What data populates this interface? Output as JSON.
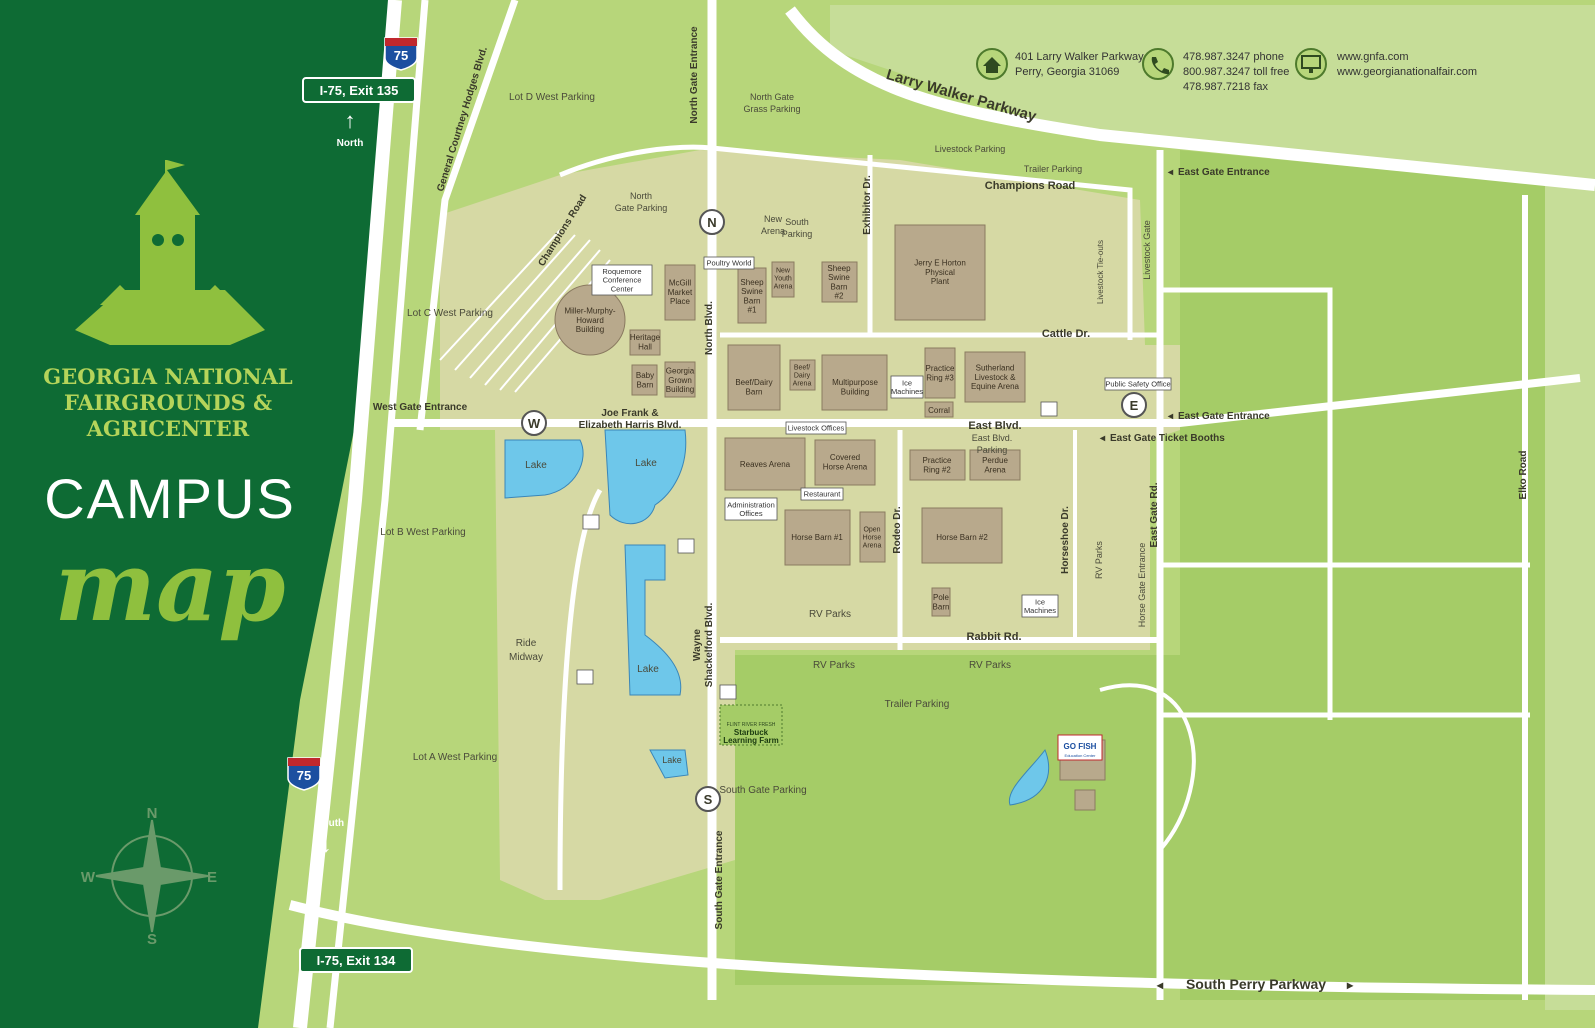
{
  "colors": {
    "sidebar_green": "#0e6b34",
    "grass_light": "#b7d67a",
    "grass_mid": "#a5cc67",
    "campus_tan": "#d6d9a4",
    "building_tan": "#b8a98c",
    "lake_blue": "#6ec7ea",
    "road_white": "#ffffff",
    "brand_lime": "#b5d45a"
  },
  "sidebar": {
    "org_line1": "GEORGIA NATIONAL",
    "org_line2": "FAIRGROUNDS &",
    "org_line3": "AGRICENTER",
    "title": "CAMPUS",
    "subtitle": "map",
    "logo_icon": "clock-tower-icon",
    "compass": {
      "icon": "compass-rose-icon",
      "n": "N",
      "s": "S",
      "e": "E",
      "w": "W"
    }
  },
  "highway": {
    "shield": "75",
    "exit_north": "I-75, Exit 135",
    "exit_south": "I-75, Exit 134",
    "north": "North",
    "south": "South"
  },
  "contact": {
    "address_icon": "house-icon",
    "address_line1": "401 Larry Walker Parkway",
    "address_line2": "Perry, Georgia 31069",
    "phone_icon": "phone-icon",
    "phone_line1": "478.987.3247 phone",
    "phone_line2": "800.987.3247 toll free",
    "phone_line3": "478.987.7218 fax",
    "web_icon": "monitor-icon",
    "web_line1": "www.gnfa.com",
    "web_line2": "www.georgianationalfair.com"
  },
  "roads": {
    "larry_walker": "Larry Walker Parkway",
    "champions": "Champions Road",
    "champions_rd": "Champions Road",
    "gen_courtney": "General Courtney Hodges Blvd.",
    "north_blvd": "North Blvd.",
    "exhibitor": "Exhibitor Dr.",
    "cattle": "Cattle Dr.",
    "joe_frank_1": "Joe Frank &",
    "joe_frank_2": "Elizabeth Harris Blvd.",
    "east_blvd": "East Blvd.",
    "rodeo": "Rodeo Dr.",
    "horseshoe": "Horseshoe Dr.",
    "east_gate_rd": "East Gate Rd.",
    "rabbit": "Rabbit Rd.",
    "wayne_1": "Wayne",
    "wayne_2": "Shackelford Blvd.",
    "south_perry": "South Perry Parkway",
    "elko": "Elko Road",
    "livestock_gate": "Livestock Gate",
    "horse_gate": "Horse Gate Entrance"
  },
  "entrances": {
    "north_gate": "North Gate Entrance",
    "west_gate": "West Gate Entrance",
    "south_gate": "South Gate Entrance",
    "east_gate_top": "East Gate Entrance",
    "east_gate_mid": "East Gate Entrance",
    "east_ticket": "East Gate Ticket Booths",
    "marker_n": "N",
    "marker_w": "W",
    "marker_e": "E",
    "marker_s": "S"
  },
  "parking": {
    "lot_d": "Lot D West Parking",
    "lot_c": "Lot C West Parking",
    "lot_b": "Lot B West Parking",
    "lot_a": "Lot A West Parking",
    "north_grass_1": "North Gate",
    "north_grass_2": "Grass Parking",
    "north_gate_p1": "North",
    "north_gate_p2": "Gate Parking",
    "livestock": "Livestock Parking",
    "trailer_top": "Trailer Parking",
    "trailer_bottom": "Trailer Parking",
    "east_blvd_1": "East Blvd.",
    "east_blvd_2": "Parking",
    "south_gate": "South Gate Parking",
    "rv_1": "RV Parks",
    "rv_2": "RV Parks",
    "rv_3": "RV Parks",
    "rv_east": "RV Parks",
    "new_arena_1": "New",
    "new_arena_2": "Arena",
    "south_parking_1": "South",
    "south_parking_2": "Parking",
    "tie_outs": "Livestock Tie-outs"
  },
  "buildings": {
    "miller": [
      "Miller-Murphy-",
      "Howard",
      "Building"
    ],
    "mcgill": [
      "McGill",
      "Market",
      "Place"
    ],
    "heritage": [
      "Heritage",
      "Hall"
    ],
    "baby_barn": [
      "Baby",
      "Barn"
    ],
    "ga_grown": [
      "Georgia",
      "Grown",
      "Building"
    ],
    "sheep1": [
      "Sheep",
      "Swine",
      "Barn",
      "#1"
    ],
    "sheep2": [
      "Sheep",
      "Swine",
      "Barn",
      "#2"
    ],
    "new_youth": [
      "New",
      "Youth",
      "Arena"
    ],
    "horton": [
      "Jerry E Horton",
      "Physical",
      "Plant"
    ],
    "beef_dairy_barn": [
      "Beef/Dairy",
      "Barn"
    ],
    "beef_dairy_arena": [
      "Beef/",
      "Dairy",
      "Arena"
    ],
    "multipurpose": [
      "Multipurpose",
      "Building"
    ],
    "practice3": [
      "Practice",
      "Ring #3"
    ],
    "sutherland": [
      "Sutherland",
      "Livestock &",
      "Equine Arena"
    ],
    "corral": [
      "Corral"
    ],
    "reaves": [
      "Reaves Arena"
    ],
    "covered": [
      "Covered",
      "Horse Arena"
    ],
    "practice2": [
      "Practice",
      "Ring #2"
    ],
    "perdue": [
      "Perdue",
      "Arena"
    ],
    "horse1": [
      "Horse Barn #1"
    ],
    "open_horse": [
      "Open",
      "Horse",
      "Arena"
    ],
    "horse2": [
      "Horse Barn #2"
    ],
    "pole": [
      "Pole",
      "Barn"
    ]
  },
  "callouts": {
    "roquemore": [
      "Roquemore",
      "Conference",
      "Center"
    ],
    "poultry": [
      "Poultry World"
    ],
    "ice1": [
      "Ice",
      "Machines"
    ],
    "public_safety": [
      "Public Safety Office"
    ],
    "livestock_offices": [
      "Livestock Offices"
    ],
    "restaurant": [
      "Restaurant"
    ],
    "admin": [
      "Administration",
      "Offices"
    ],
    "ice2": [
      "Ice",
      "Machines"
    ]
  },
  "areas": {
    "lake": "Lake",
    "ride_1": "Ride",
    "ride_2": "Midway",
    "starbuck_1": "FLINT RIVER FRESH",
    "starbuck_2": "Starbuck",
    "starbuck_3": "Learning Farm",
    "gofish_1": "GO FISH",
    "gofish_2": "Education Center",
    "restroom_icon": "restroom-icon",
    "atm_icon": "atm-icon"
  }
}
